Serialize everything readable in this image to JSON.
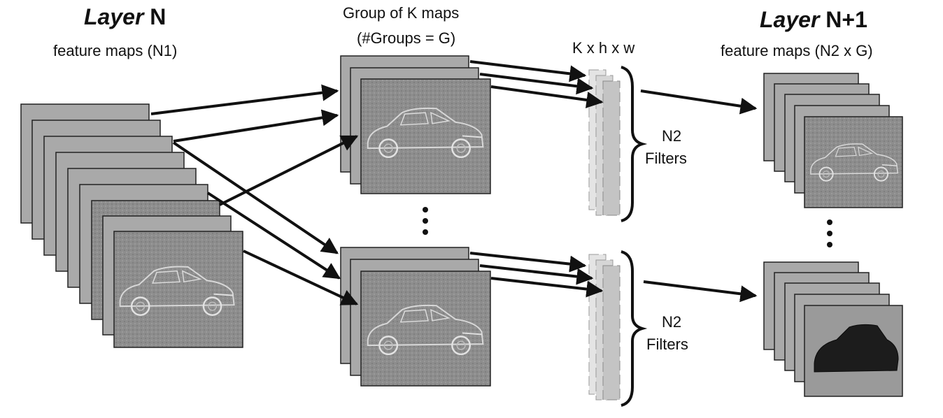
{
  "layer_n": {
    "title_italic": "Layer",
    "title_bold": "N",
    "subtitle": "feature maps (N1)"
  },
  "groups": {
    "line1": "Group of K maps",
    "line2": "(#Groups = G)"
  },
  "filters": {
    "dims": "K x h x w",
    "bank_top": {
      "line1": "N2",
      "line2": "Filters"
    },
    "bank_bottom": {
      "line1": "N2",
      "line2": "Filters"
    }
  },
  "layer_n1": {
    "title_italic": "Layer",
    "title_bold": "N+1",
    "subtitle": "feature maps (N2 x G)"
  },
  "colors": {
    "map_face": "#a9a9a9",
    "map_border": "#222222",
    "feature_image": "#8c8c8c",
    "arrow": "#111111"
  },
  "icons": [
    "car-feature-image",
    "ellipsis-dots",
    "curly-brace",
    "arrow"
  ]
}
